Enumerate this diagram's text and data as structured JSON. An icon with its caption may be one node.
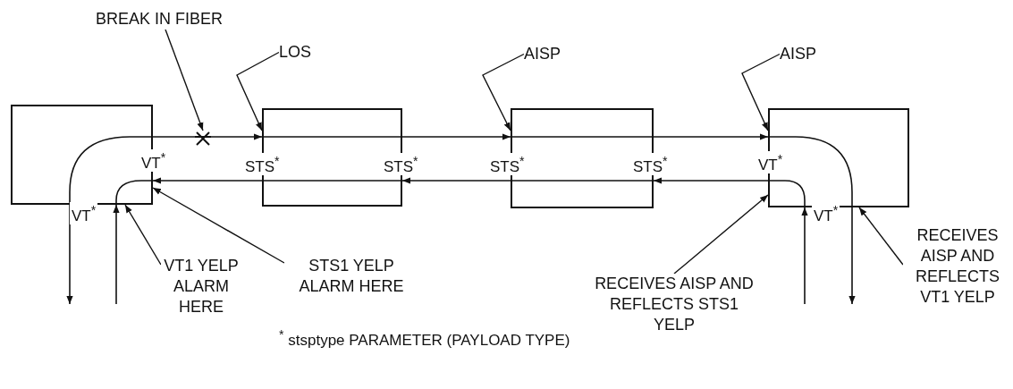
{
  "diagram": {
    "nodes": [
      {
        "text": [],
        "shape": "box"
      },
      {
        "text": [],
        "shape": "box"
      },
      {
        "text": [],
        "shape": "box"
      },
      {
        "text": [],
        "shape": "box"
      },
      {
        "text": [],
        "shape": "cross"
      },
      {
        "text": [
          "BREAK IN FIBER"
        ]
      },
      {
        "text": [
          "LOS"
        ]
      },
      {
        "text": [
          "AISP"
        ]
      },
      {
        "text": [
          "AISP"
        ]
      },
      {
        "text": [
          "VT1 YELP ALARM HERE"
        ]
      },
      {
        "text": [
          "STS1 YELP ALARM HERE"
        ]
      },
      {
        "text": [
          "RECEIVES AISP AND REFLECTS STS1 YELP"
        ]
      },
      {
        "text": [
          "RECEIVES AISP AND REFLECTS VT1 YELP"
        ]
      }
    ],
    "edges": [
      {
        "from": 0,
        "to": 4,
        "arrow": "none"
      },
      {
        "from": 1,
        "to": 2,
        "arrow": "to"
      },
      {
        "from": 2,
        "to": 3,
        "arrow": "to"
      },
      {
        "from": 3,
        "to": 2,
        "arrow": "to"
      },
      {
        "from": 2,
        "to": 1,
        "arrow": "to"
      },
      {
        "from": 1,
        "to": 0,
        "arrow": "to"
      },
      {
        "from": 0,
        "to": null,
        "arrow": "to"
      },
      {
        "from": null,
        "to": 0,
        "arrow": "to"
      },
      {
        "from": 3,
        "to": null,
        "arrow": "to"
      },
      {
        "from": null,
        "to": 3,
        "arrow": "to"
      },
      {
        "from": 5,
        "to": 4,
        "arrow": "to"
      },
      {
        "from": 6,
        "to": 1,
        "arrow": "to"
      },
      {
        "from": 7,
        "to": 2,
        "arrow": "to"
      },
      {
        "from": 8,
        "to": 3,
        "arrow": "to"
      },
      {
        "from": 9,
        "to": 0,
        "arrow": "to"
      },
      {
        "from": 10,
        "to": 0,
        "arrow": "to"
      },
      {
        "from": 11,
        "to": 3,
        "arrow": "to"
      },
      {
        "from": 12,
        "to": 3,
        "arrow": "to"
      },
      {
        "from": 4,
        "to": 1,
        "arrow": "to"
      }
    ],
    "labels": [
      "VT$^{*}$",
      "STS$^{*}$",
      "STS$^{*}$",
      "STS$^{*}$",
      "STS$^{*}$",
      "VT$^{*}$",
      "VT$^{*}$",
      "VT$^{*}$",
      "$^{*}$ stsptype PARAMETER (PAYLOAD TYPE)"
    ]
  }
}
